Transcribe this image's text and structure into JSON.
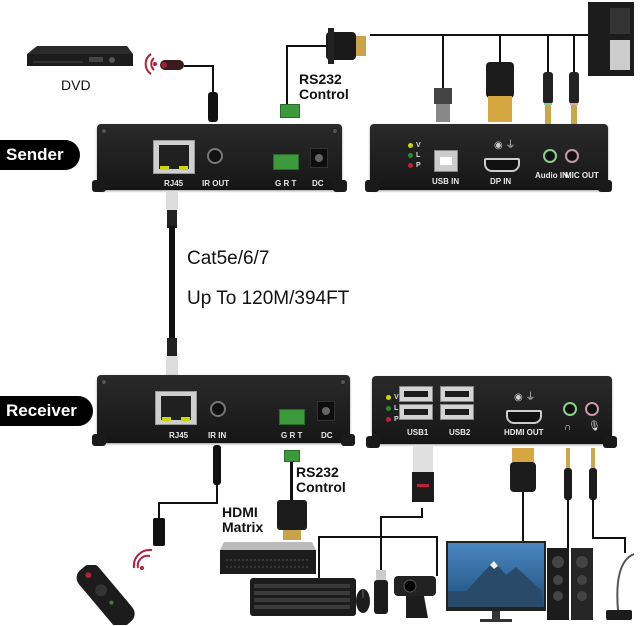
{
  "diagram": {
    "title": "HDMI/DP KVM Extender over Cat5e/6/7 connection diagram",
    "cable": {
      "type_label": "Cat5e/6/7",
      "distance_label": "Up To 120M/394FT"
    },
    "sender": {
      "tag": "Sender",
      "source_device_label": "DVD",
      "rs232_label_line1": "RS232",
      "rs232_label_line2": "Control",
      "left_unit_ports": [
        "RJ45",
        "IR OUT",
        "G R T",
        "DC"
      ],
      "right_unit_ports": [
        "USB IN",
        "DP IN",
        "Audio IN",
        "MIC OUT"
      ],
      "leds": [
        "V",
        "L",
        "P"
      ],
      "connected_devices": [
        "dvd-player",
        "ir-emitter",
        "rs232-cable",
        "pc-tower",
        "usb-cable",
        "displayport-cable",
        "audio-cable",
        "mic-cable"
      ]
    },
    "receiver": {
      "tag": "Receiver",
      "rs232_label_line1": "RS232",
      "rs232_label_line2": "Control",
      "matrix_label_line1": "HDMI",
      "matrix_label_line2": "Matrix",
      "left_unit_ports": [
        "RJ45",
        "IR IN",
        "G R T",
        "DC"
      ],
      "right_unit_ports": [
        "USB1",
        "USB2",
        "HDMI OUT",
        "headphone-icon",
        "mic-icon"
      ],
      "leds": [
        "V",
        "L",
        "P"
      ],
      "connected_devices": [
        "ir-receiver",
        "remote-control",
        "hdmi-matrix",
        "keyboard",
        "mouse",
        "usb-drive",
        "webcam",
        "monitor",
        "speakers",
        "microphone"
      ]
    },
    "colors": {
      "led_v": "#c8d800",
      "led_l": "#2e8b2e",
      "led_p": "#c0203a",
      "terminal": "#3c9a3c",
      "ir_wave": "#b0203a"
    }
  }
}
